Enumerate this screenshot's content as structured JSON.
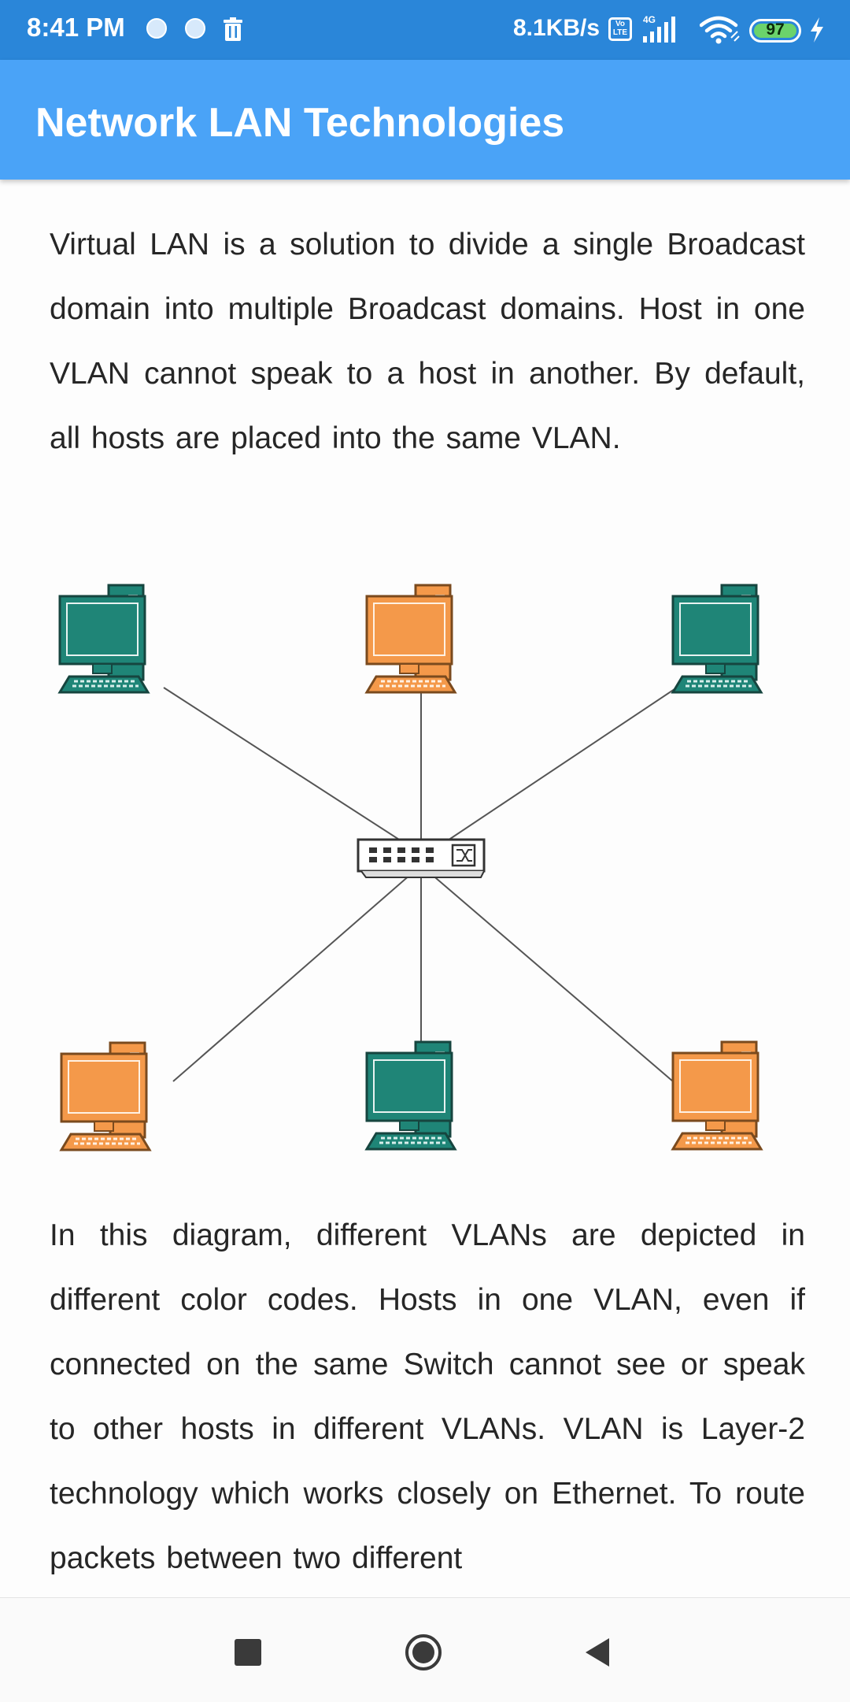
{
  "status_bar": {
    "time": "8:41 PM",
    "network_speed": "8.1KB/s",
    "volte": "Vo LTE",
    "signal_type": "4G",
    "battery_level": "97",
    "icons": [
      "notification-dot-icon",
      "notification-dot-icon",
      "trash-icon",
      "volte-icon",
      "signal-icon",
      "wifi-icon",
      "battery-icon",
      "charging-bolt-icon"
    ]
  },
  "app_bar": {
    "title": "Network LAN Technologies",
    "background_color": "#4aa3f7"
  },
  "content": {
    "paragraph_1": "Virtual LAN is a solution to divide a single Broadcast domain into multiple Broadcast domains. Host in one VLAN cannot speak to a host in another. By default, all hosts are placed into the same VLAN.",
    "paragraph_2": "In this diagram, different VLANs are depicted in different color codes. Hosts in one VLAN, even if connected on the same Switch cannot see or speak to other hosts in different VLANs. VLAN is Layer-2 technology which works closely on Ethernet. To route packets between two different"
  },
  "diagram": {
    "center_node": "switch-icon",
    "hosts": [
      {
        "name": "host-top-left",
        "vlan": "teal",
        "color": "#1f8577"
      },
      {
        "name": "host-top-center",
        "vlan": "orange",
        "color": "#f4994a"
      },
      {
        "name": "host-top-right",
        "vlan": "teal",
        "color": "#1f8577"
      },
      {
        "name": "host-bottom-left",
        "vlan": "orange",
        "color": "#f4994a"
      },
      {
        "name": "host-bottom-center",
        "vlan": "teal",
        "color": "#1f8577"
      },
      {
        "name": "host-bottom-right",
        "vlan": "orange",
        "color": "#f4994a"
      }
    ]
  },
  "nav_bar": {
    "buttons": [
      "recent-apps-button",
      "home-button",
      "back-button"
    ]
  }
}
